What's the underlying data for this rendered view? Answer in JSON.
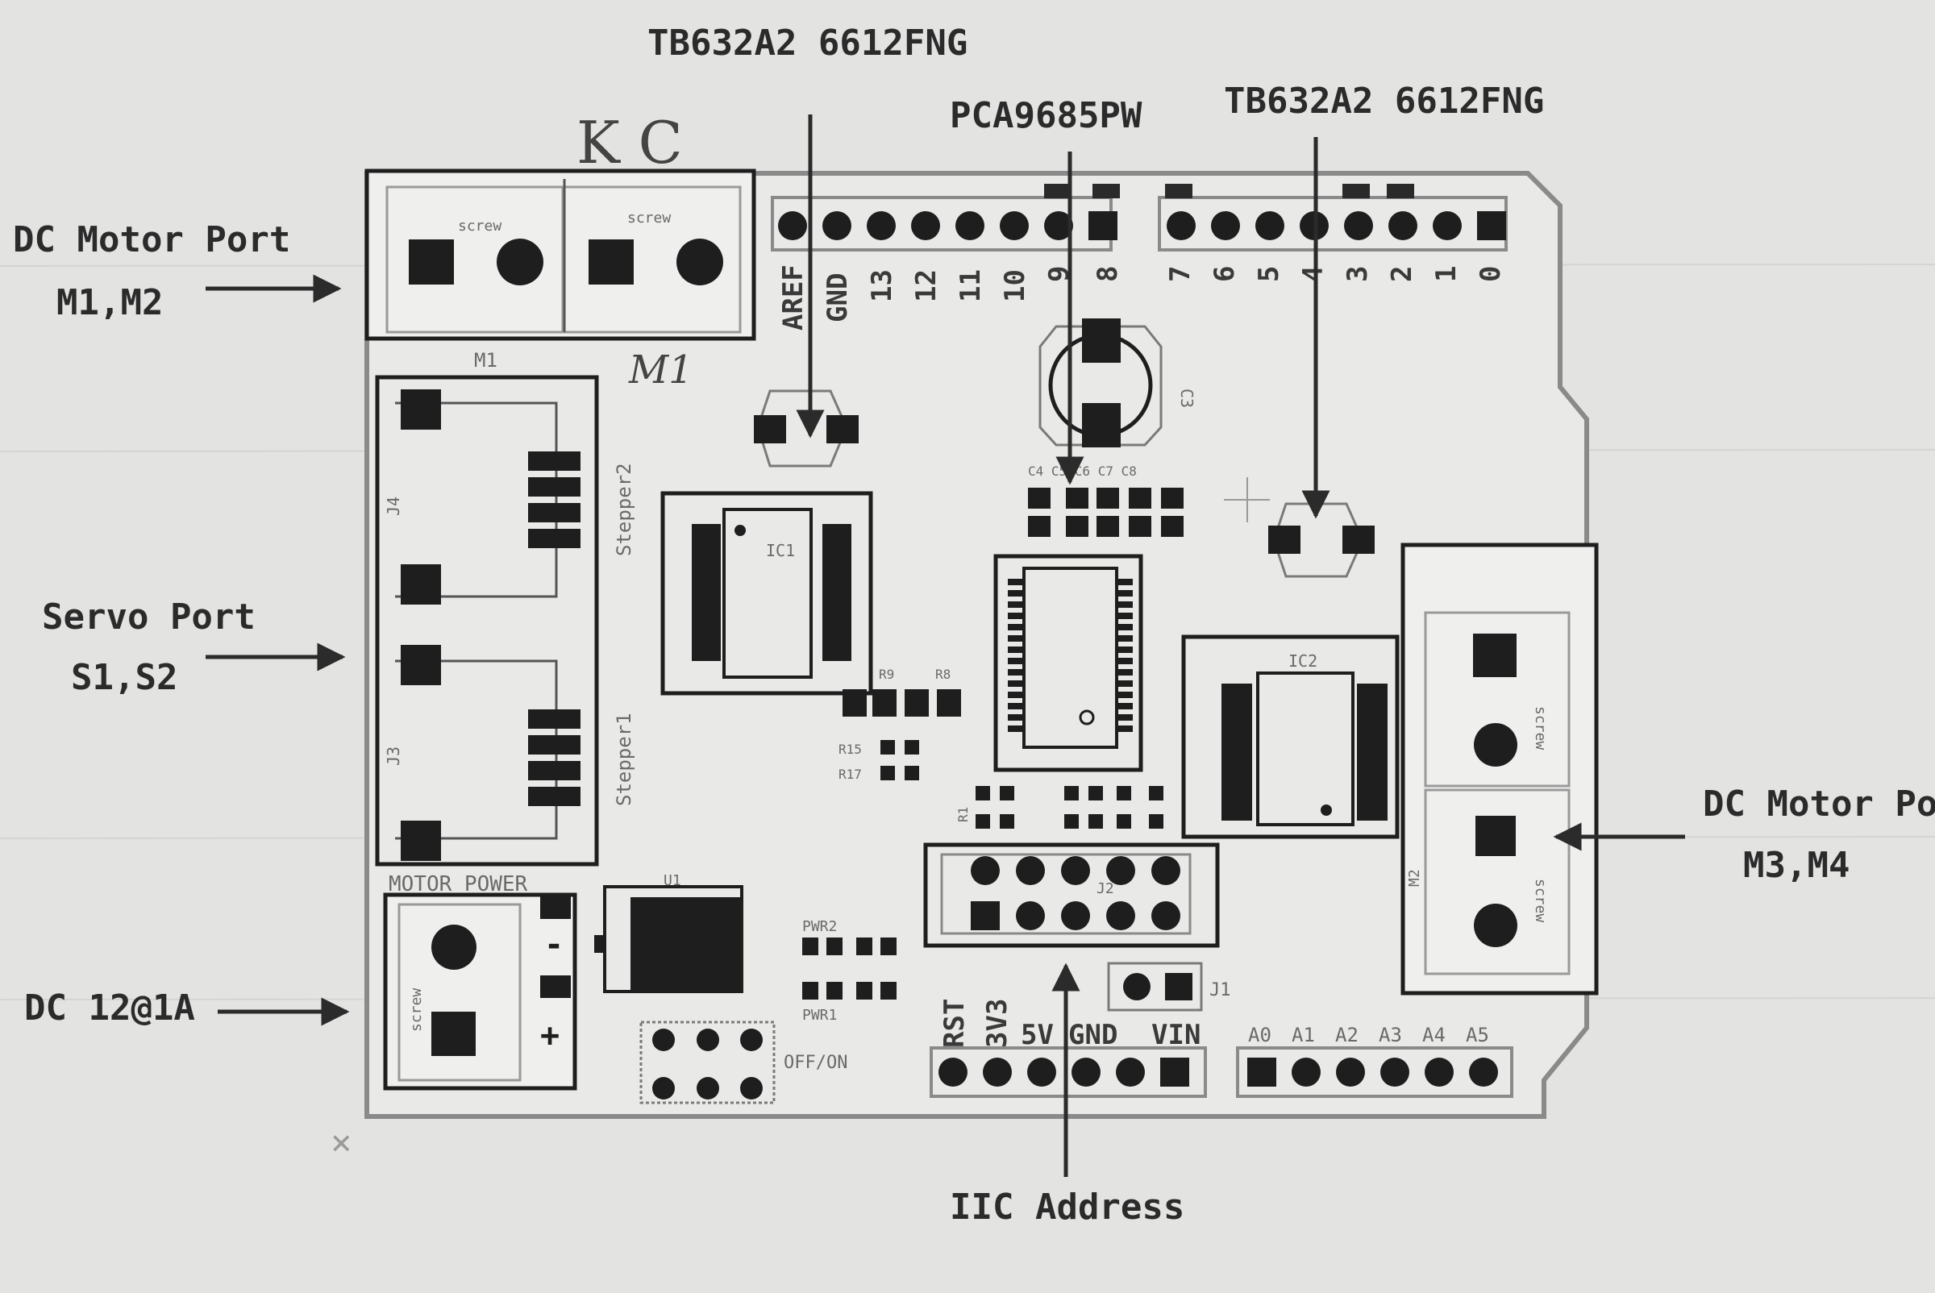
{
  "labels": {
    "top_left_chip": "TB632A2 6612FNG",
    "top_middle_chip": "PCA9685PW",
    "top_right_chip": "TB632A2 6612FNG",
    "dc_motor_left_title": "DC Motor Port",
    "dc_motor_left_sub": "M1,M2",
    "servo_title": "Servo Port",
    "servo_sub": "S1,S2",
    "power_in": "DC 12@1A",
    "dc_motor_right_title": "DC Motor Po",
    "dc_motor_right_sub": "M3,M4",
    "iic_address": "IIC Address"
  },
  "board": {
    "digital_pins_left": [
      "AREF",
      "GND",
      "13",
      "12",
      "11",
      "10",
      "9",
      "8"
    ],
    "digital_pins_right": [
      "7",
      "6",
      "5",
      "4",
      "3",
      "2",
      "1",
      "0"
    ],
    "power_pins": [
      "RST",
      "3V3",
      "5V",
      "GND",
      "VIN"
    ],
    "analog_pins": [
      "A0",
      "A1",
      "A2",
      "A3",
      "A4",
      "A5"
    ],
    "silk": {
      "screw": "screw",
      "m1": "M1",
      "m2": "M2",
      "stepper2": "Stepper2",
      "stepper1": "Stepper1",
      "motor_power": "MOTOR POWER",
      "ic1": "IC1",
      "ic2": "IC2",
      "c3": "C3",
      "c4_c8": "C4 C5 C6 C7 C8",
      "j1": "J1",
      "j2": "J2",
      "u1": "U1",
      "pwr2": "PWR2",
      "pwr1": "PWR1",
      "off_on": "OFF/ON",
      "r15": "R15",
      "r17": "R17",
      "r9": "R9",
      "r8": "R8",
      "r1": "R1",
      "j4": "J4",
      "j3": "J3"
    }
  },
  "handwriting": {
    "kc": "K C",
    "m1": "M1"
  }
}
